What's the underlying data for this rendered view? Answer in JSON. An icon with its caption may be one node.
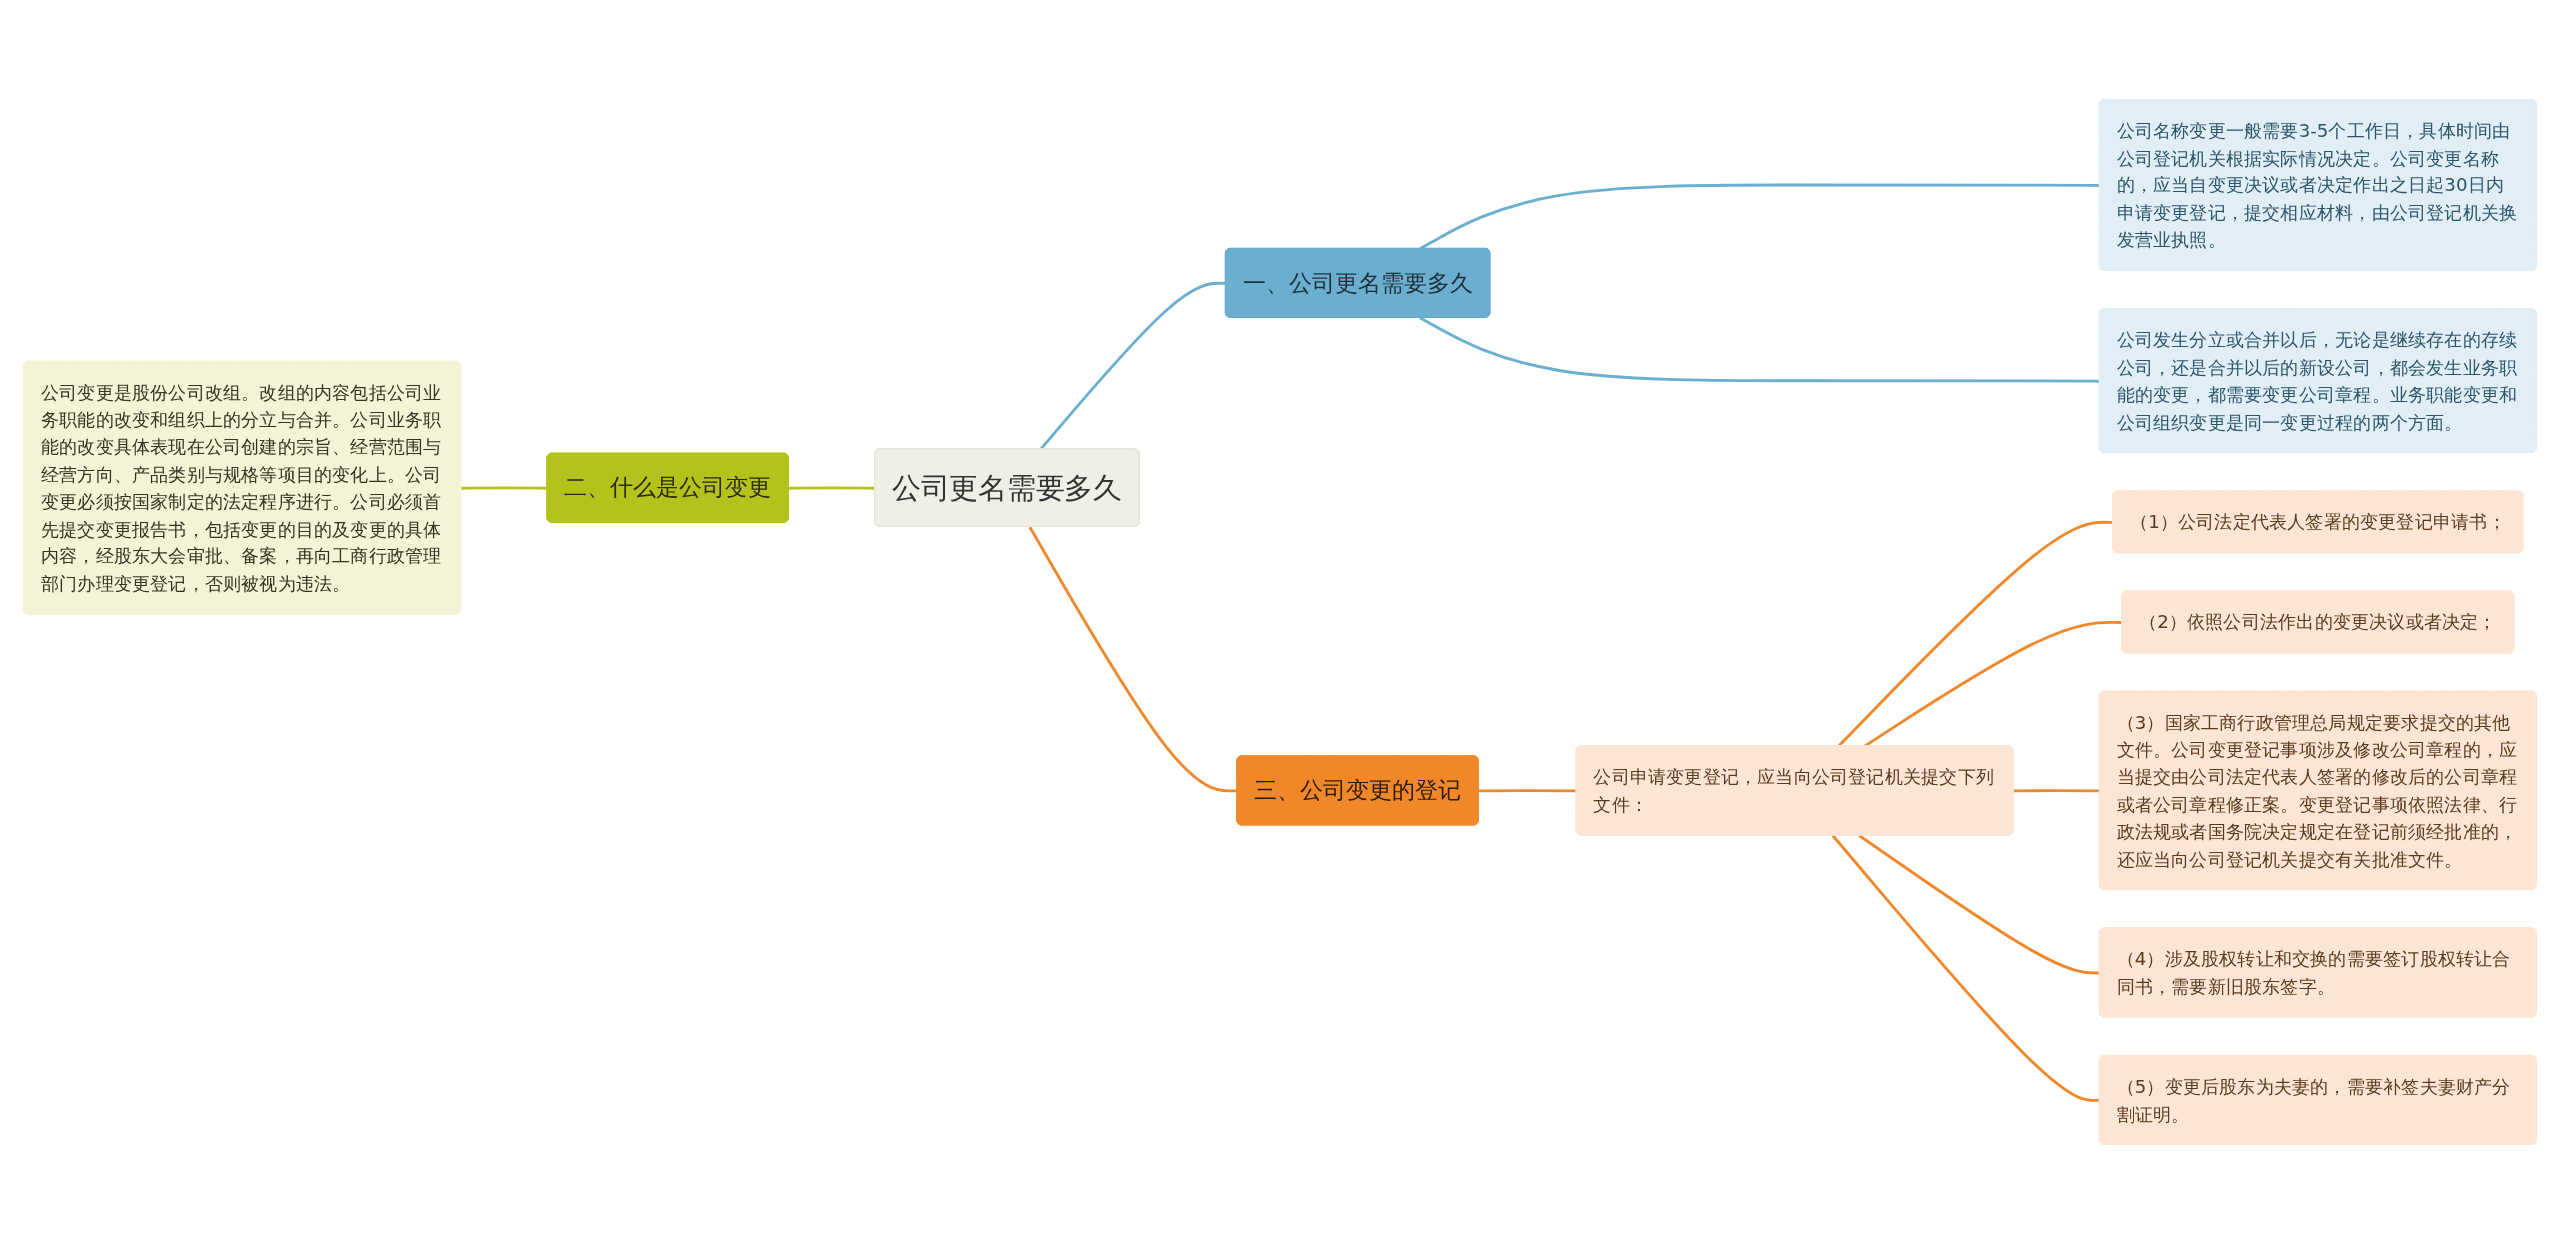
{
  "diagram": {
    "nodes": [
      {
        "text": [
          "公司更名需要多久"
        ]
      },
      {
        "text": [
          "一、公司更名需要多久"
        ]
      },
      {
        "text": [
          "公司名称变更一般需要3-5个工作日，具体时间由公司登记机关根据实际情况决定。公司变更名称的，应当自变更决议或者决定作出之日起30日内申请变更登记，提交相应材料，由公司登记机关换发营业执照。"
        ]
      },
      {
        "text": [
          "公司发生分立或合并以后，无论是继续存在的存续公司，还是合并以后的新设公司，都会发生业务职能的变更，都需要变更公司章程。业务职能变更和公司组织变更是同一变更过程的两个方面。"
        ]
      },
      {
        "text": [
          "二、什么是公司变更"
        ]
      },
      {
        "text": [
          "公司变更是股份公司改组。改组的内容包括公司业务职能的改变和组织上的分立与合并。公司业务职能的改变具体表现在公司创建的宗旨、经营范围与经营方向、产品类别与规格等项目的变化上。公司变更必须按国家制定的法定程序进行。公司必须首先提交变更报告书，包括变更的目的及变更的具体内容，经股东大会审批、备案，再向工商行政管理部门办理变更登记，否则被视为违法。"
        ]
      },
      {
        "text": [
          "三、公司变更的登记"
        ]
      },
      {
        "text": [
          "公司申请变更登记，应当向公司登记机关提交下列文件："
        ]
      },
      {
        "text": [
          "（1）公司法定代表人签署的变更登记申请书；"
        ]
      },
      {
        "text": [
          "（2）依照公司法作出的变更决议或者决定；"
        ]
      },
      {
        "text": [
          "（3）国家工商行政管理总局规定要求提交的其他文件。公司变更登记事项涉及修改公司章程的，应当提交由公司法定代表人签署的修改后的公司章程或者公司章程修正案。变更登记事项依照法律、行政法规或者国务院决定规定在登记前须经批准的，还应当向公司登记机关提交有关批准文件。"
        ]
      },
      {
        "text": [
          "（4）涉及股权转让和交换的需要签订股权转让合同书，需要新旧股东签字。"
        ]
      },
      {
        "text": [
          "（5）变更后股东为夫妻的，需要补签夫妻财产分割证明。"
        ]
      }
    ],
    "edges": [
      {
        "from": 0,
        "to": 1,
        "arrow": "none",
        "color": "#6aaed0"
      },
      {
        "from": 1,
        "to": 2,
        "arrow": "none",
        "color": "#6aaed0"
      },
      {
        "from": 1,
        "to": 3,
        "arrow": "none",
        "color": "#6aaed0"
      },
      {
        "from": 4,
        "to": 0,
        "arrow": "none",
        "color": "#b5c21c"
      },
      {
        "from": 5,
        "to": 4,
        "arrow": "none",
        "color": "#b5c21c"
      },
      {
        "from": 0,
        "to": 6,
        "arrow": "none"
      },
      {
        "from": 6,
        "to": 7,
        "arrow": "none"
      },
      {
        "from": 7,
        "to": 8,
        "arrow": "none"
      },
      {
        "from": 7,
        "to": 9,
        "arrow": "none"
      },
      {
        "from": 7,
        "to": 10,
        "arrow": "none"
      },
      {
        "from": 7,
        "to": 11,
        "arrow": "none"
      },
      {
        "from": 7,
        "to": 12,
        "arrow": "none"
      }
    ]
  }
}
